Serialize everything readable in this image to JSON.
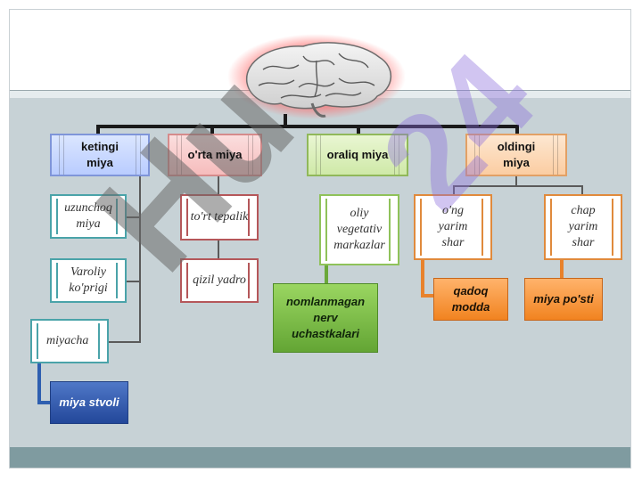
{
  "watermark": {
    "part1": "Hu",
    "part2": "24"
  },
  "diagram": {
    "root_image": "brain-image",
    "categories": [
      {
        "label": "ketingi miya"
      },
      {
        "label": "o'rta miya"
      },
      {
        "label": "oraliq miya"
      },
      {
        "label": "oldingi miya"
      }
    ],
    "hindbrain_parts": [
      "uzunchoq miya",
      "Varoliy ko'prigi",
      "miyacha"
    ],
    "hindbrain_result": "miya stvoli",
    "midbrain_parts": [
      "to'rt tepalik",
      "qizil yadro"
    ],
    "diencephalon_parts": [
      "oliy vegetativ markazlar"
    ],
    "diencephalon_result": "nomlanmagan nerv uchastkalari",
    "forebrain_parts": [
      "o'ng yarim shar",
      "chap yarim shar"
    ],
    "forebrain_results": [
      "qadoq modda",
      "miya po'sti"
    ]
  },
  "colors": {
    "panel": "#c7d2d6",
    "footer": "#7f9ba0",
    "blue_header": "#b9ccff",
    "red_header": "#f6bcbc",
    "green_header": "#cfe9a8",
    "orange_header": "#fbcda2"
  }
}
